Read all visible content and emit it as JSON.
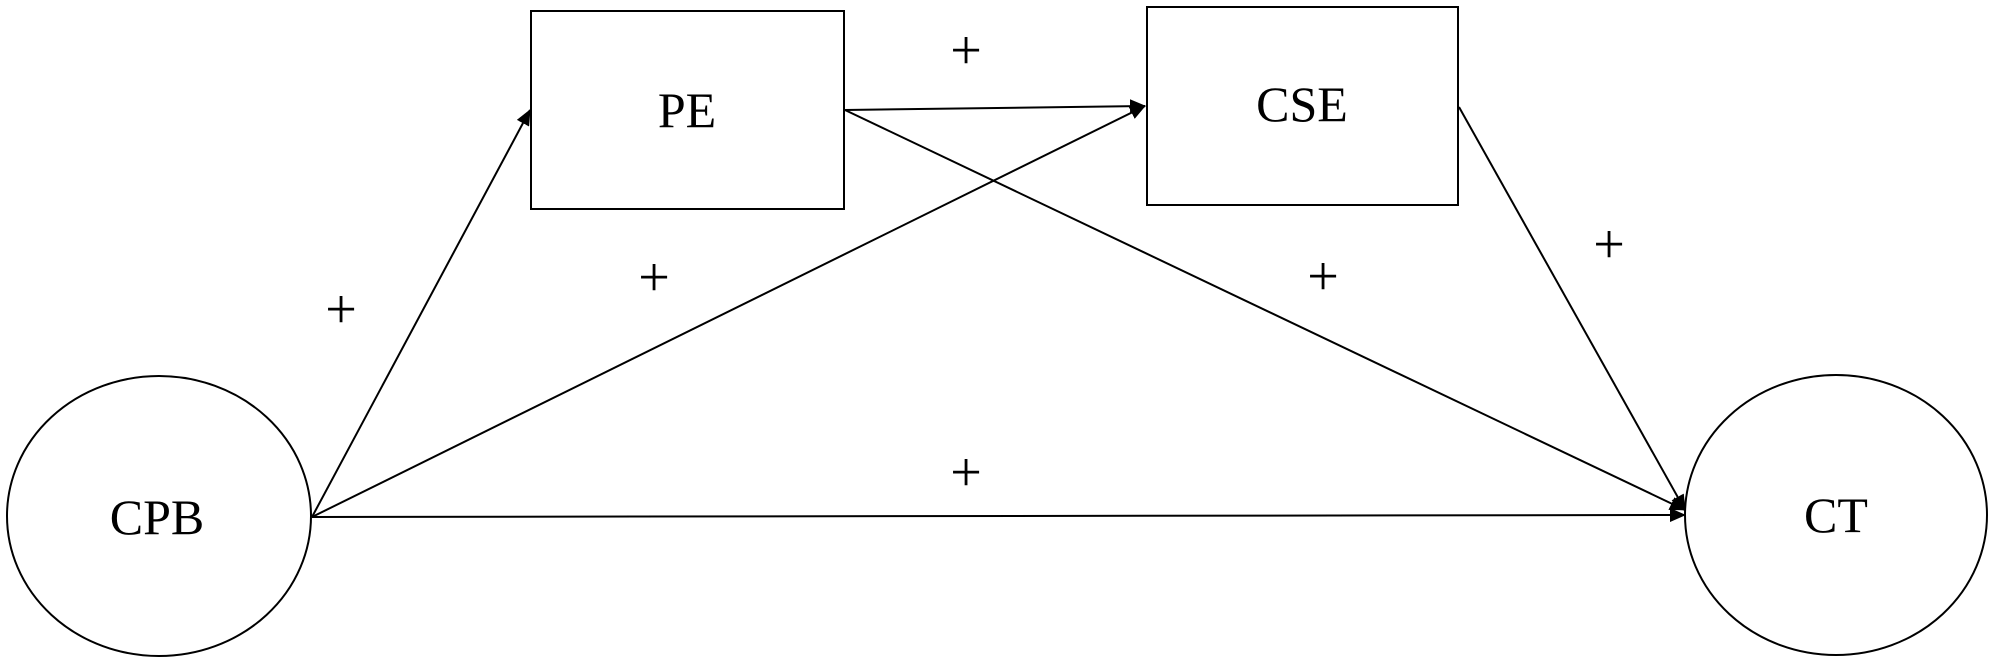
{
  "nodes": {
    "cpb": {
      "label": "CPB",
      "shape": "ellipse"
    },
    "pe": {
      "label": "PE",
      "shape": "rectangle"
    },
    "cse": {
      "label": "CSE",
      "shape": "rectangle"
    },
    "ct": {
      "label": "CT",
      "shape": "ellipse"
    }
  },
  "edges": [
    {
      "from": "cpb",
      "to": "pe",
      "sign": "+"
    },
    {
      "from": "cpb",
      "to": "cse",
      "sign": "+"
    },
    {
      "from": "pe",
      "to": "cse",
      "sign": "+"
    },
    {
      "from": "pe",
      "to": "ct",
      "sign": "+"
    },
    {
      "from": "cse",
      "to": "ct",
      "sign": "+"
    },
    {
      "from": "cpb",
      "to": "ct",
      "sign": "+"
    }
  ],
  "colors": {
    "stroke": "#000000",
    "background": "#ffffff"
  }
}
